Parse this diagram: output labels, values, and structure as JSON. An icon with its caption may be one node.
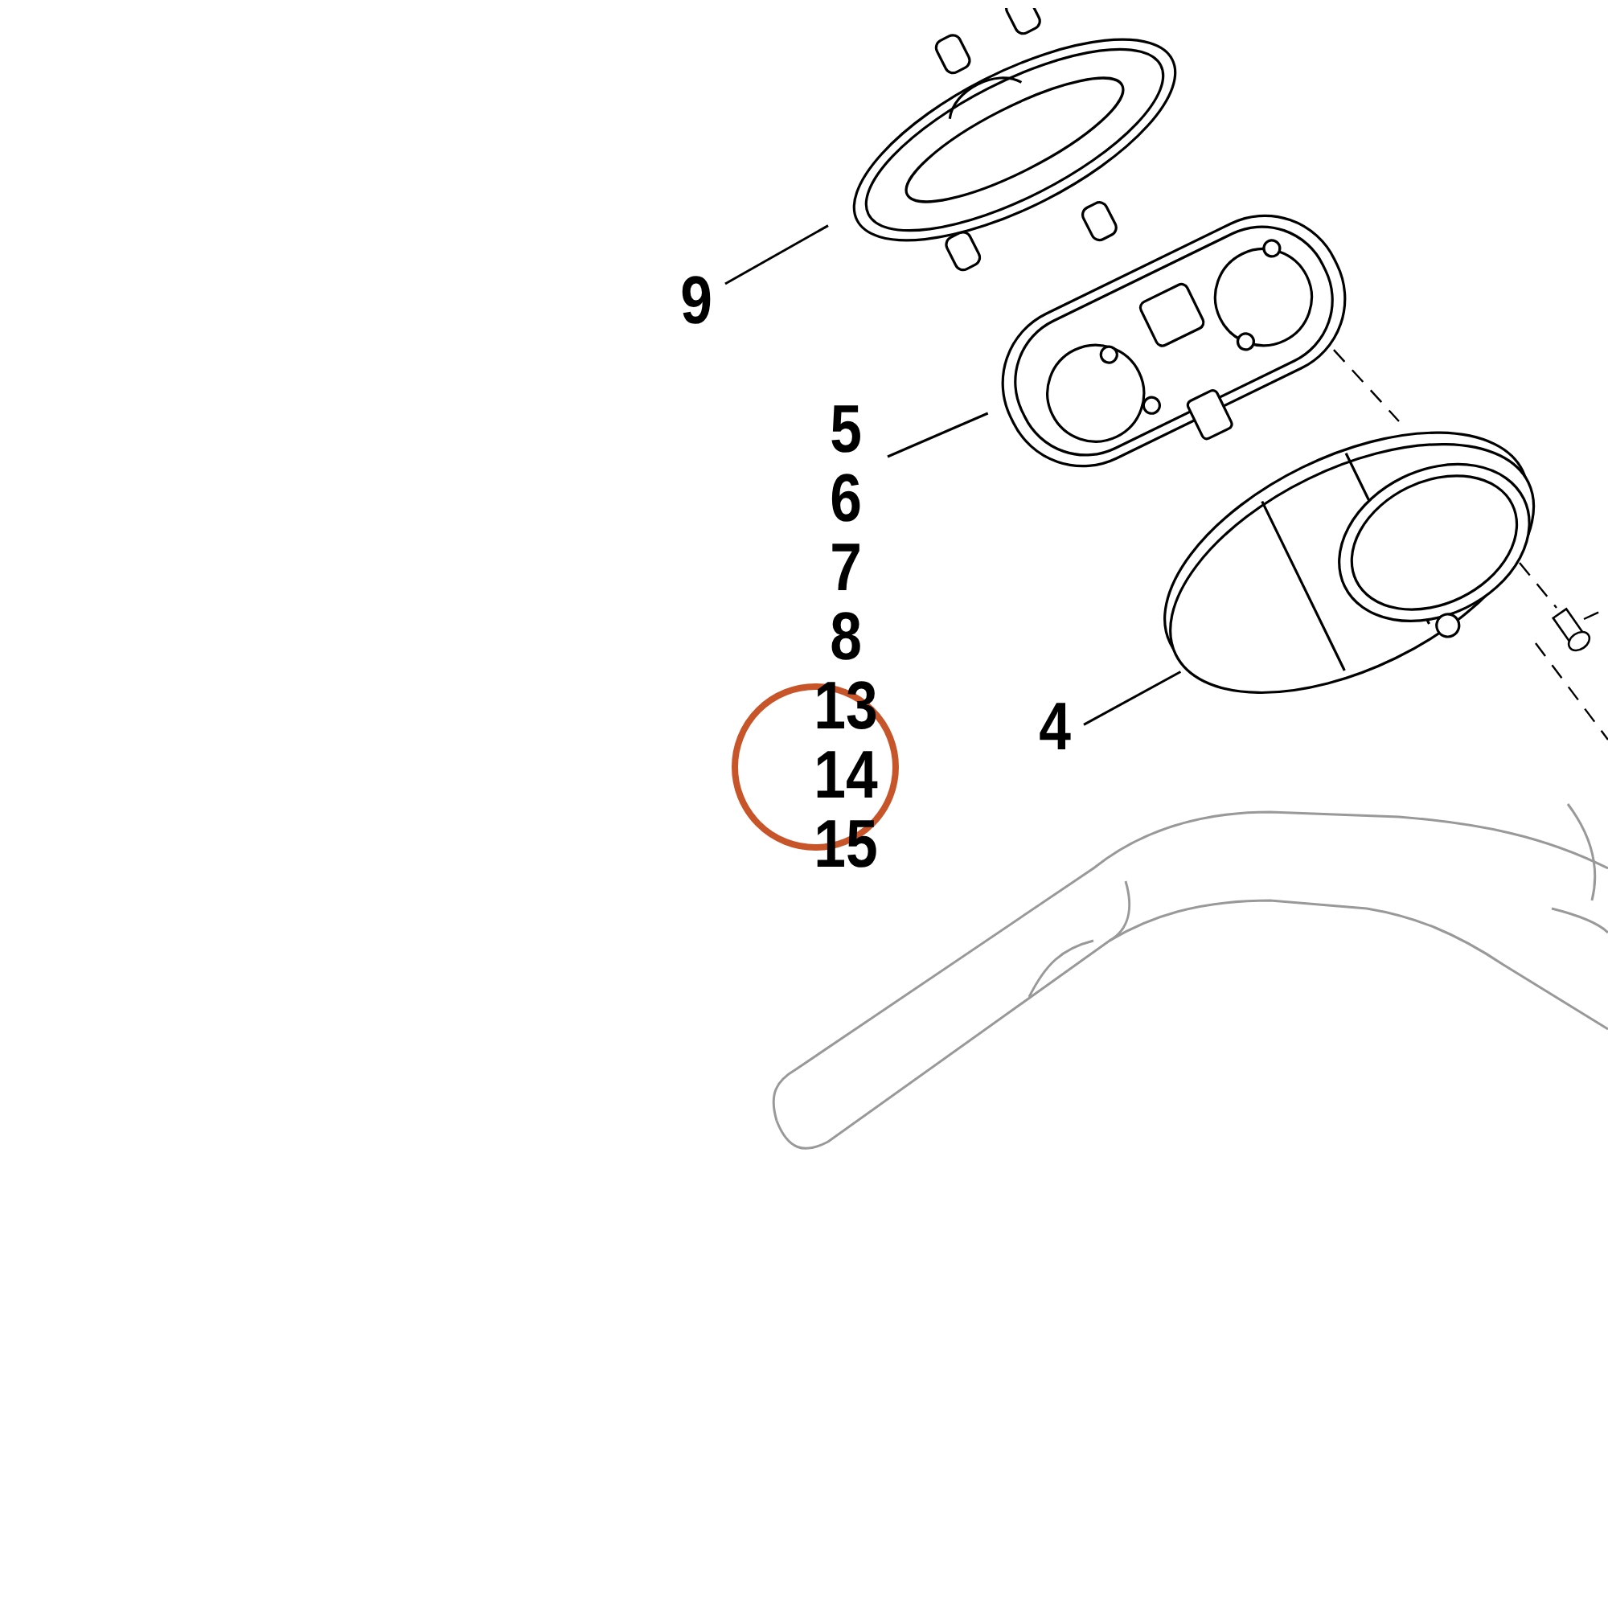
{
  "diagram": {
    "nodes": [
      {
        "text": [
          "9"
        ]
      },
      {
        "text": [],
        "shape": "picture"
      },
      {
        "text": [
          "5",
          "6",
          "7",
          "8",
          "13",
          "14",
          "15"
        ]
      },
      {
        "text": [],
        "shape": "picture"
      },
      {
        "text": [
          "4"
        ]
      },
      {
        "text": [],
        "shape": "picture"
      }
    ],
    "edges": [
      {
        "from": 0,
        "to": 1,
        "arrow": "none"
      },
      {
        "from": 2,
        "to": 3,
        "arrow": "none"
      },
      {
        "from": 4,
        "to": 5,
        "arrow": "none"
      }
    ]
  }
}
